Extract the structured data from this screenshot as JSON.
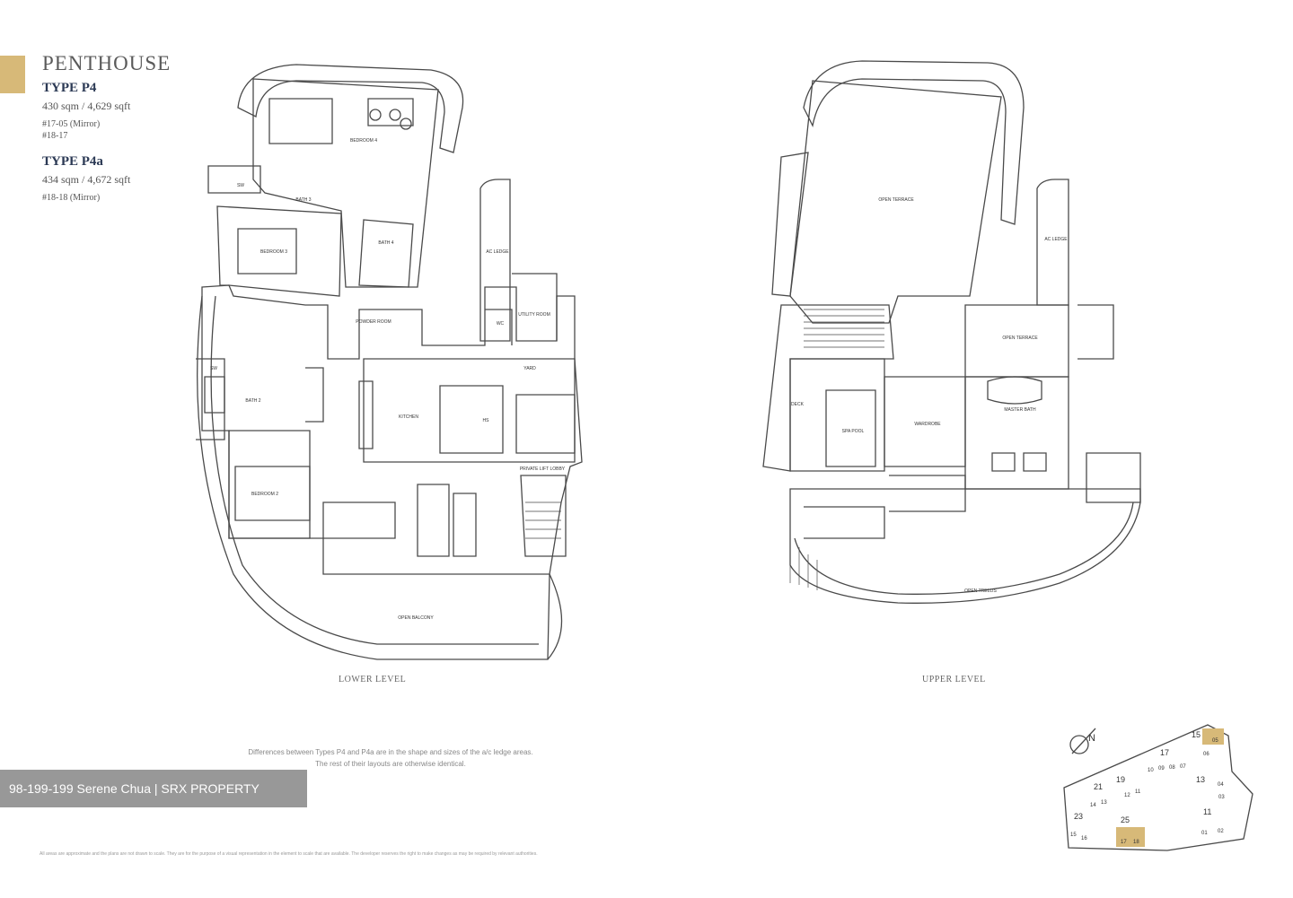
{
  "header": {
    "title": "PENTHOUSE",
    "type_a": "TYPE P4",
    "type_a_area": "430 sqm / 4,629 sqft",
    "type_a_units": [
      "#17-05 (Mirror)",
      "#18-17"
    ],
    "type_b": "TYPE P4a",
    "type_b_area": "434 sqm / 4,672 sqft",
    "type_b_units": [
      "#18-18 (Mirror)"
    ]
  },
  "lower": {
    "label": "LOWER LEVEL",
    "rooms": {
      "bedroom4": "BEDROOM 4",
      "bedroom3": "BEDROOM 3",
      "bath3": "BATH 3",
      "bath4": "BATH 4",
      "bath2": "BATH 2",
      "powder": "POWDER ROOM",
      "wc": "WC",
      "utility": "UTILITY ROOM",
      "yard": "YARD",
      "kitchen": "KITCHEN",
      "hs": "HS",
      "ac_ledge": "AC LEDGE",
      "lift": "PRIVATE LIFT LOBBY",
      "bedroom2": "BEDROOM 2",
      "balcony": "OPEN BALCONY",
      "sw": "SW"
    }
  },
  "upper": {
    "label": "UPPER LEVEL",
    "rooms": {
      "open_terrace": "OPEN TERRACE",
      "ac_ledge": "AC LEDGE",
      "open_terrace2": "OPEN TERRACE",
      "deck": "DECK",
      "spa_pool": "SPA POOL",
      "wardrobe": "WARDROBE",
      "master_bath": "MASTER BATH",
      "trellis": "OPEN TRELLIS"
    }
  },
  "note_lines": [
    "Differences between Types P4 and P4a are in the shape and sizes of the a/c ledge areas.",
    "The rest of their layouts are otherwise identical."
  ],
  "disclaimer": "All areas are approximate and the plans are not drawn to scale. They are for the purpose of a visual representation in the element to scale that are available. The developer reserves the right to make changes as may be required by relevant authorities.",
  "key_plan": {
    "compass": "N",
    "block_labels": [
      "15",
      "17",
      "19",
      "21",
      "13",
      "11",
      "23",
      "25"
    ],
    "unit_labels": [
      "05",
      "06",
      "10",
      "09",
      "08",
      "07",
      "12",
      "11",
      "14",
      "13",
      "04",
      "03",
      "15",
      "16",
      "17",
      "18",
      "01",
      "02"
    ],
    "highlight_color": "#d7b978"
  },
  "watermark": "98-199-199 Serene Chua | SRX PROPERTY",
  "colors": {
    "accent": "#d7b978",
    "line": "#4a4a4a",
    "heading": "#2c3a55"
  }
}
